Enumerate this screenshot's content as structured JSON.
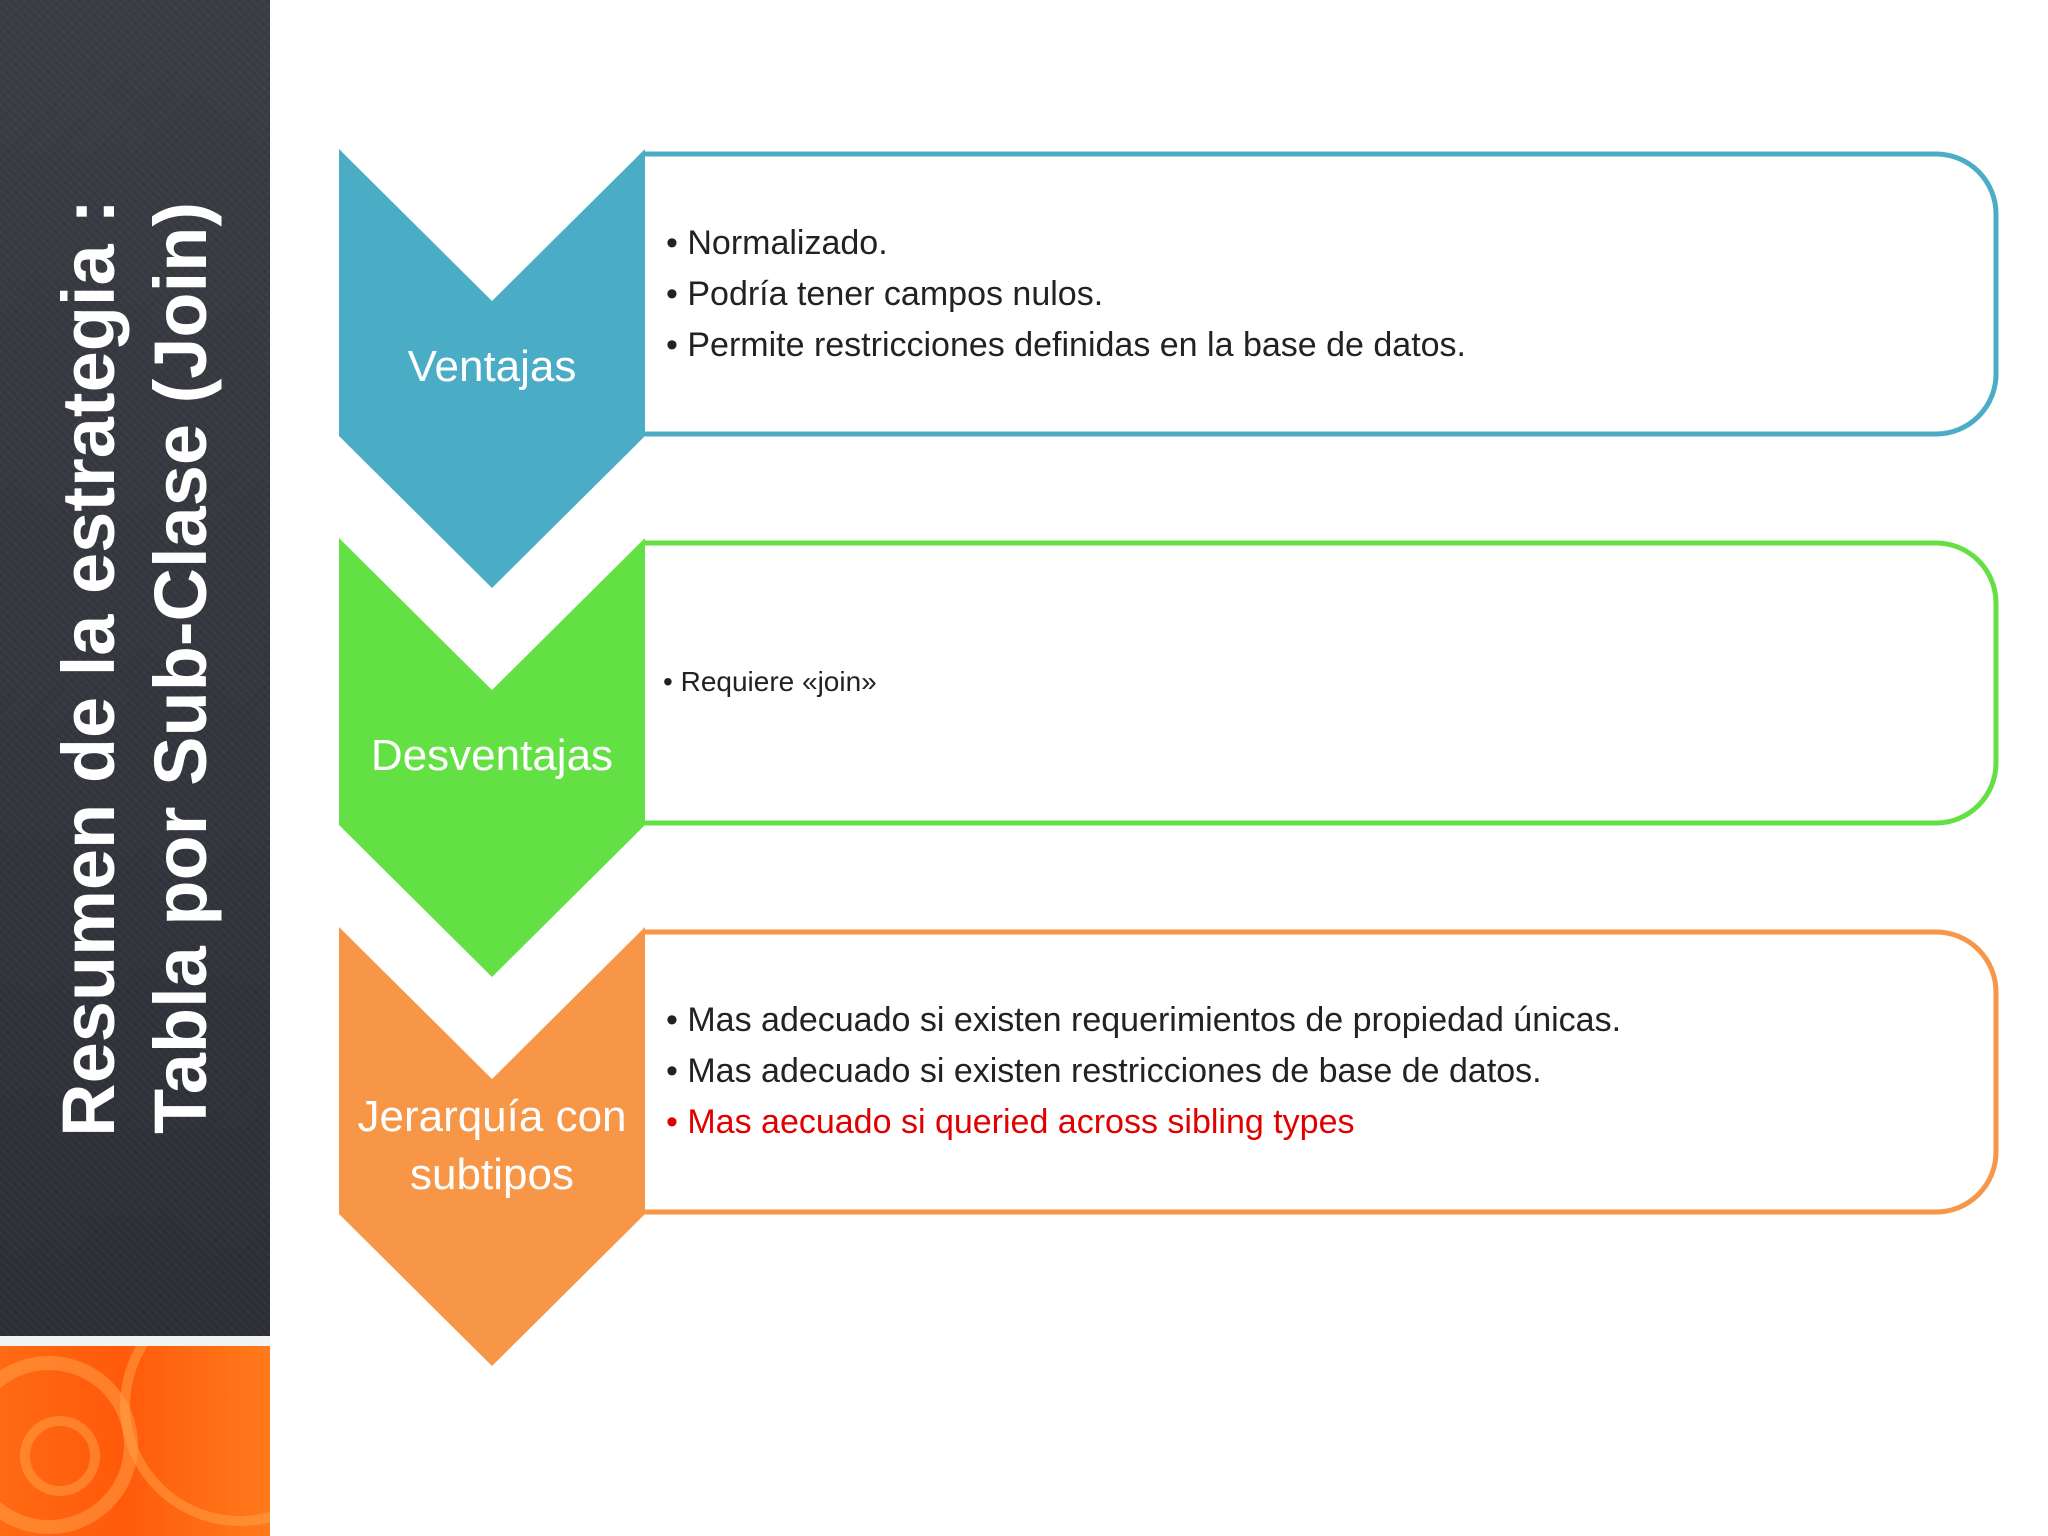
{
  "title": {
    "line1": "Resumen de la estrategia :",
    "line2": "Tabla por Sub-Clase (Join)"
  },
  "colors": {
    "sidebar": "#33363d",
    "ventajas": "#4bacc6",
    "desventajas": "#63e044",
    "jerarquia": "#f79646",
    "highlight_text": "#e00000"
  },
  "sections": [
    {
      "label": "Ventajas",
      "items": [
        {
          "text": "Normalizado."
        },
        {
          "text": "Podría tener campos nulos."
        },
        {
          "text": "Permite restricciones definidas en la base de datos."
        }
      ]
    },
    {
      "label": "Desventajas",
      "items": [
        {
          "text": "Requiere «join»"
        }
      ]
    },
    {
      "label_line1": "Jerarquía con",
      "label_line2": "subtipos",
      "items": [
        {
          "text": "Mas adecuado si existen requerimientos de propiedad únicas."
        },
        {
          "text": "Mas adecuado si existen restricciones de base de datos."
        },
        {
          "text": "Mas aecuado si queried across sibling types",
          "highlight": true
        }
      ]
    }
  ]
}
